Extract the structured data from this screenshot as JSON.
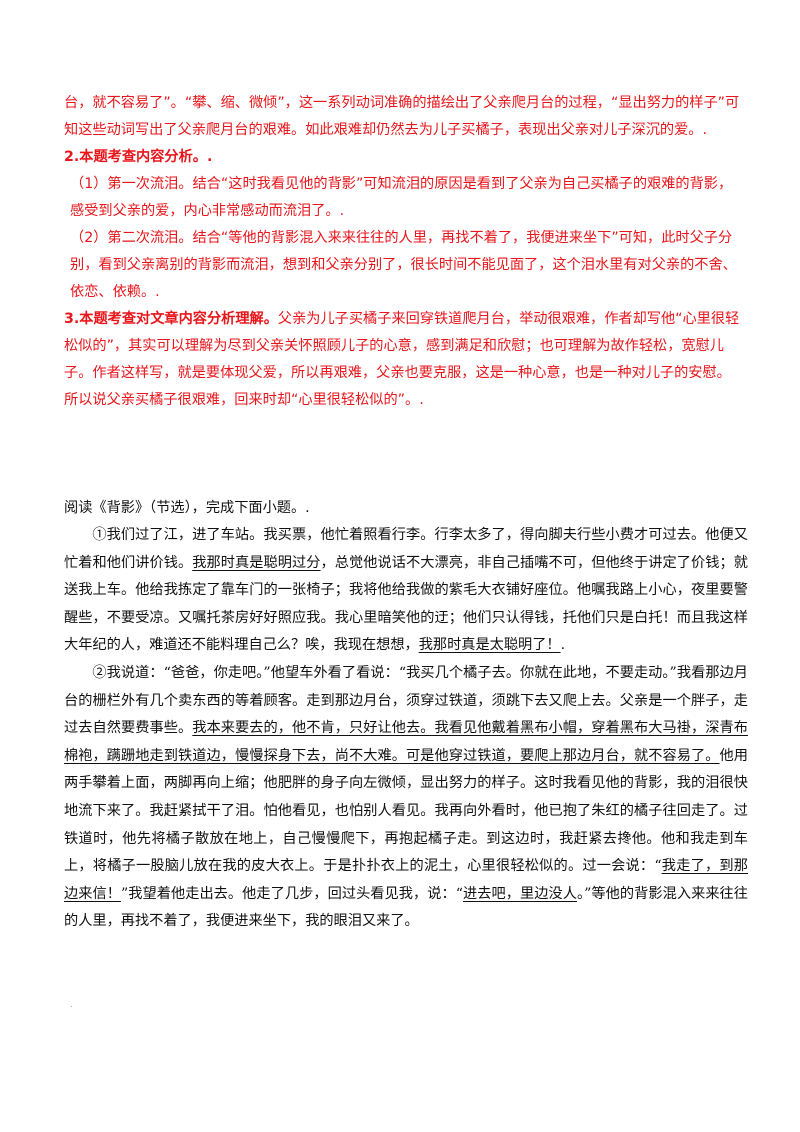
{
  "answer_section": {
    "p1": "台，就不容易了”。“攀、缩、微倾”，这一系列动词准确的描绘出了父亲爬月台的过程，“显出努力的样子”可知这些动词写出了父亲爬月台的艰难。如此艰难却仍然去为儿子买橘子，表现出父亲对儿子深沉的爱。.",
    "q2_head": "2.本题考查内容分析。.",
    "q2_a": "（1）第一次流泪。结合“这时我看见他的背影”可知流泪的原因是看到了父亲为自己买橘子的艰难的背影，感受到父亲的爱，内心非常感动而流泪了。.",
    "q2_b": "（2）第二次流泪。结合“等他的背影混入来来往往的人里，再找不着了，我便进来坐下”可知，此时父子分别，看到父亲离别的背影而流泪，想到和父亲分别了，很长时间不能见面了，这个泪水里有对父亲的不舍、依恋、依赖。.",
    "q3_head": "3.本题考查对文章内容分析理解。",
    "q3_body": "父亲为儿子买橘子来回穿铁道爬月台，举动很艰难，作者却写他“心里很轻松似的”，其实可以理解为尽到父亲关怀照顾儿子的心意，感到满足和欣慰；也可理解为故作轻松，宽慰儿子。作者这样写，就是要体现父爱，所以再艰难，父亲也要克服，这是一种心意，也是一种对儿子的安慰。所以说父亲买橘子很艰难，回来时却“心里很轻松似的”。."
  },
  "intro": "阅读《背影》（节选），完成下面小题。.",
  "para1": {
    "s1": "①我们过了江，进了车站。我买票，他忙着照看行李。行李太多了，得向脚夫行些小费才可过去。他便又忙着和他们讲价钱。",
    "u1": "我那时真是聪明过分",
    "s2": "，总觉他说话不大漂亮，非自己插嘴不可，但他终于讲定了价钱；就送我上车。他给我拣定了靠车门的一张椅子；我将他给我做的紫毛大衣铺好座位。他嘱我路上小心，夜里要警醒些，不要受凉。又嘱托茶房好好照应我。我心里暗笑他的迂；他们只认得钱，托他们只是白托！而且我这样大年纪的人，难道还不能料理自己么？唉，我现在想想，",
    "u2": "我那时真是太聪明了！",
    "s3": "."
  },
  "para2": {
    "s1": "②我说道：“爸爸，你走吧。”他望车外看了看说：“我买几个橘子去。你就在此地，不要走动。”我看那边月台的栅栏外有几个卖东西的等着顾客。走到那边月台，须穿过铁道，须跳下去又爬上去。父亲是一个胖子，走过去自然要费事些。",
    "u1": "我本来要去的，他不肯，只好让他去。我看见他戴着黑布小帽，穿着黑布大马褂，深青布棉袍，蹒跚地走到铁道边，慢慢探身下去，尚不大难。可是他穿过铁道，要爬上那边月台，就不容易了。",
    "s2": "他用两手攀着上面，两脚再向上缩；他肥胖的身子向左微倾，显出努力的样子。这时我看见他的背影，我的泪很快地流下来了。我赶紧拭干了泪。怕他看见，也怕别人看见。我再向外看时，他已抱了朱红的橘子往回走了。过铁道时，他先将橘子散放在地上，自己慢慢爬下，再抱起橘子走。到这边时，我赶紧去搀他。他和我走到车上，将橘子一股脑儿放在我的皮大衣上。于是扑扑衣上的泥土，心里很轻松似的。过一会说：“",
    "u2": "我走了，到那边来信！",
    "s3": "”我望着他走出去。他走了几步，回过头看见我，说：“",
    "u3": "进去吧，里边没人",
    "s4": "。”等他的背影混入来来往往的人里，再找不着了，我便进来坐下，我的眼泪又来了。"
  },
  "footer_mark": "."
}
